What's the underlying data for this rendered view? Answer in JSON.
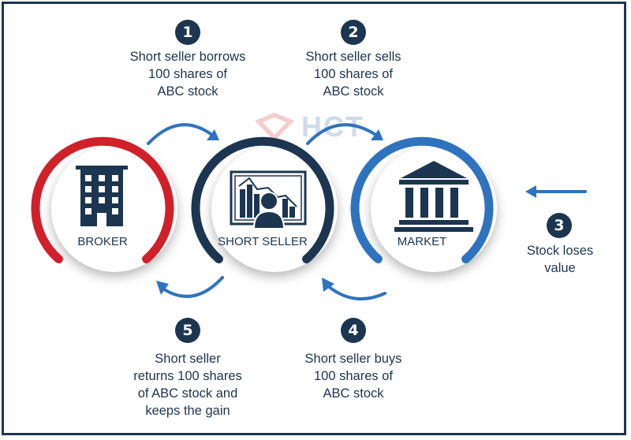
{
  "steps": [
    {
      "num": "1",
      "text": "Short seller borrows\n100 shares of\nABC stock"
    },
    {
      "num": "2",
      "text": "Short seller sells\n100 shares of\nABC stock"
    },
    {
      "num": "3",
      "text": "Stock loses\nvalue"
    },
    {
      "num": "4",
      "text": "Short seller buys\n100 shares of\nABC stock"
    },
    {
      "num": "5",
      "text": "Short seller\nreturns 100 shares\nof ABC stock and\nkeeps the gain"
    }
  ],
  "nodes": {
    "broker": {
      "label": "BROKER",
      "color": "#d0202a"
    },
    "short_seller": {
      "label": "SHORT SELLER",
      "color": "#1c3550"
    },
    "market": {
      "label": "MARKET",
      "color": "#2f73bf"
    }
  },
  "watermark": {
    "text": "HCT"
  },
  "colors": {
    "navy": "#1c3550",
    "arrow": "#2f73bf",
    "red": "#d0202a"
  }
}
